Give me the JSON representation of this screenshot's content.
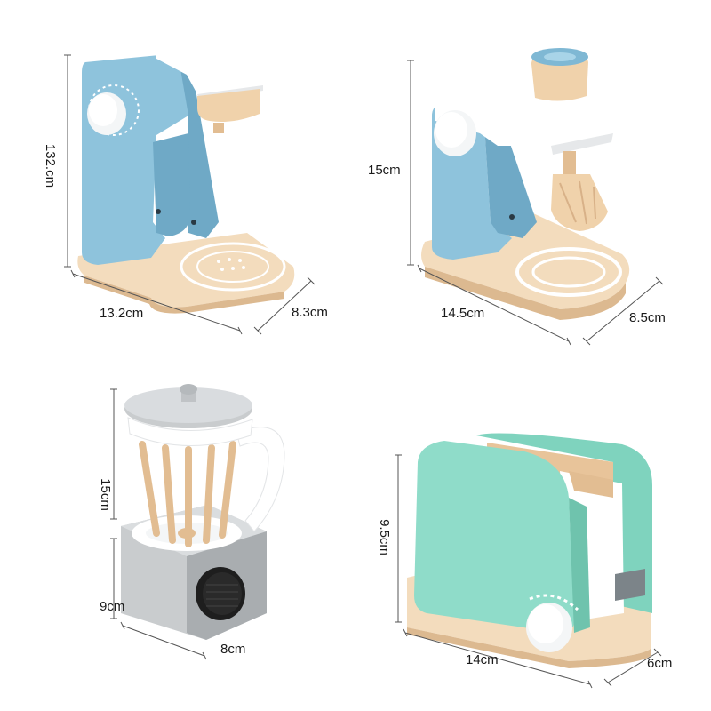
{
  "colors": {
    "blue": "#8ec3dc",
    "blue_dark": "#6fa9c6",
    "mint": "#8fdcc9",
    "mint_dark": "#6fc3ad",
    "wood": "#f1d9b8",
    "wood_dark": "#dcb990",
    "white": "#ffffff",
    "gray": "#c9ccce",
    "gray_dark": "#a9adb0",
    "black": "#1e1e1e"
  },
  "products": {
    "coffee_machine": {
      "height": "132.cm",
      "width": "13.2cm",
      "depth": "8.3cm"
    },
    "mixer": {
      "height": "15cm",
      "width": "14.5cm",
      "depth": "8.5cm"
    },
    "blender": {
      "height": "15cm",
      "depth": "9cm",
      "width": "8cm"
    },
    "toaster": {
      "height": "9.5cm",
      "width": "14cm",
      "depth": "6cm"
    }
  }
}
